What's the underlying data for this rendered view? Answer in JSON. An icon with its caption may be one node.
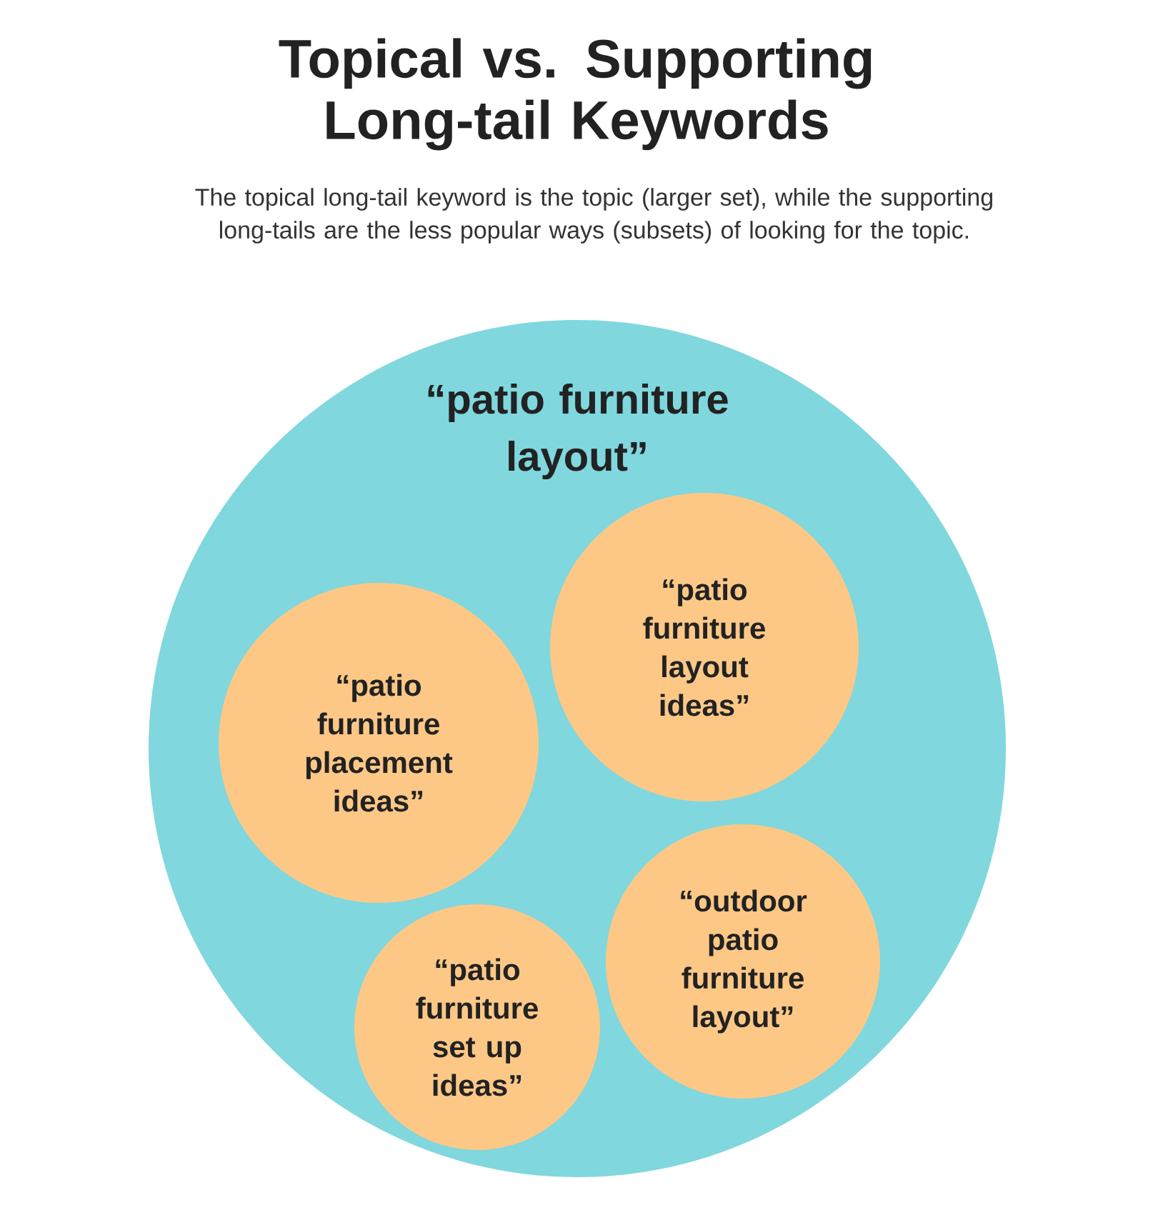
{
  "diagram": {
    "title": "Topical vs. Supporting Long-tail Keywords",
    "caption": "The topical long-tail keyword is the topic (larger set), while the supporting long-tails are the less popular ways (subsets) of looking for the topic.",
    "nodes": [
      {
        "text": [
          "“patio furniture layout”"
        ]
      },
      {
        "text": [
          "“patio furniture layout ideas”"
        ],
        "in": 0
      },
      {
        "text": [
          "“patio furniture placement ideas”"
        ],
        "in": 0
      },
      {
        "text": [
          "“outdoor patio furniture layout”"
        ],
        "in": 0
      },
      {
        "text": [
          "“patio furniture set up ideas”"
        ],
        "in": 0
      }
    ]
  }
}
